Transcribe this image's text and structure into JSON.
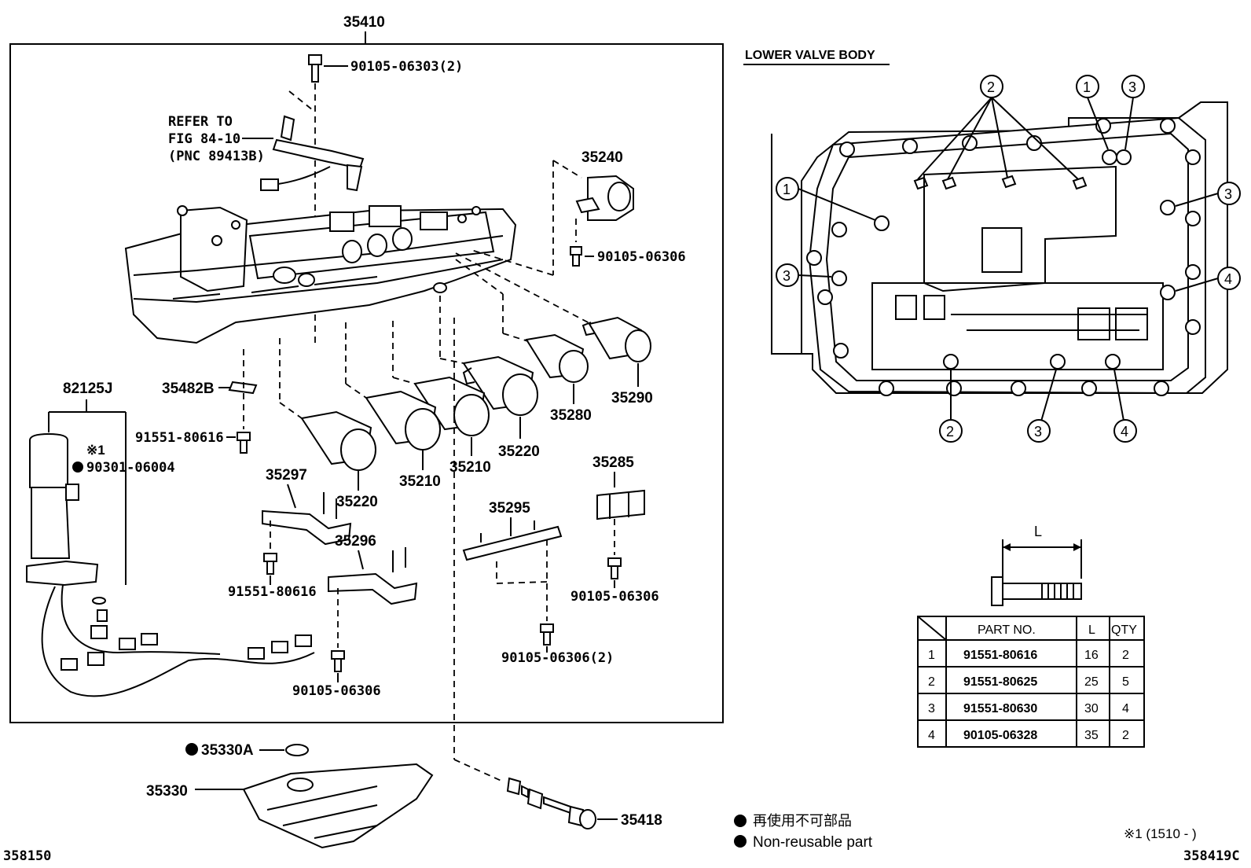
{
  "main_assembly": "35410",
  "labels": {
    "bolt_top": "90105-06303(2)",
    "refer_line1": "REFER TO",
    "refer_line2": "FIG 84-10",
    "refer_line3": "(PNC 89413B)",
    "p35240": "35240",
    "bolt_35240": "90105-06306",
    "p35290": "35290",
    "p35280": "35280",
    "p35220a": "35220",
    "p35210a": "35210",
    "p35210b": "35210",
    "p35220b": "35220",
    "p35482b": "35482B",
    "bolt_35482b": "91551-80616",
    "p82125j": "82125J",
    "note_mark": "※1",
    "oring_82125j": "90301-06004",
    "p35297": "35297",
    "bolt_35297": "91551-80616",
    "p35296": "35296",
    "bolt_35296": "90105-06306",
    "p35295": "35295",
    "bolt_35295": "90105-06306(2)",
    "p35285": "35285",
    "bolt_35285": "90105-06306",
    "p35330a": "35330A",
    "p35330": "35330",
    "p35418": "35418",
    "fig_left": "358150",
    "fig_right": "358419C",
    "note1": "※1 (1510 -     )"
  },
  "lower_valve_body": {
    "title": "LOWER VALVE BODY",
    "callouts": [
      "1",
      "2",
      "3",
      "4"
    ],
    "dimension": "L"
  },
  "legend": {
    "jp": "再使用不可部品",
    "en": "Non-reusable part"
  },
  "bolt_table": {
    "headers": [
      "PART NO.",
      "L",
      "QTY"
    ],
    "rows": [
      {
        "idx": "1",
        "part": "91551-80616",
        "l": "16",
        "qty": "2"
      },
      {
        "idx": "2",
        "part": "91551-80625",
        "l": "25",
        "qty": "5"
      },
      {
        "idx": "3",
        "part": "91551-80630",
        "l": "30",
        "qty": "4"
      },
      {
        "idx": "4",
        "part": "90105-06328",
        "l": "35",
        "qty": "2"
      }
    ]
  }
}
